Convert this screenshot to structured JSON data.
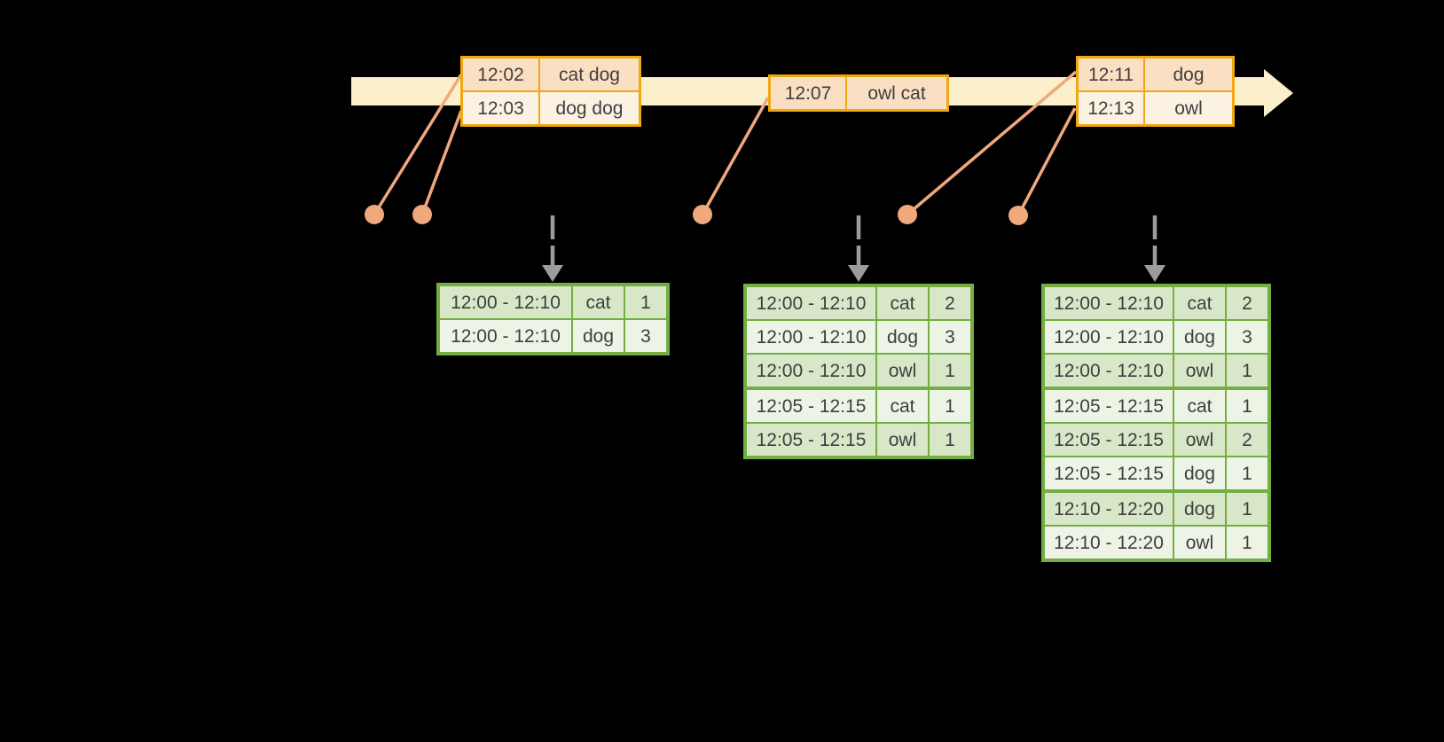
{
  "colors": {
    "background": "#000000",
    "timeline_band": "#FBF0CB",
    "event_border": "#F0A810",
    "event_row_dark": "#FADFC2",
    "event_row_light": "#FCF2E3",
    "connector": "#F0A87E",
    "trigger_arrow": "#9C9C9C",
    "result_border": "#73AE43",
    "result_row_dark": "#D8E7C8",
    "result_row_light": "#EDF4E6",
    "text": "#3E3E3E"
  },
  "event_tables": [
    {
      "kind": "event",
      "rows": [
        {
          "time": "12:02",
          "words": "cat dog"
        },
        {
          "time": "12:03",
          "words": "dog dog"
        }
      ]
    },
    {
      "kind": "event",
      "rows": [
        {
          "time": "12:07",
          "words": "owl cat"
        }
      ]
    },
    {
      "kind": "event",
      "rows": [
        {
          "time": "12:11",
          "words": "dog"
        },
        {
          "time": "12:13",
          "words": "owl"
        }
      ]
    }
  ],
  "result_tables": [
    {
      "kind": "result",
      "rows": [
        {
          "window": "12:00 - 12:10",
          "word": "cat",
          "count": "1"
        },
        {
          "window": "12:00 - 12:10",
          "word": "dog",
          "count": "3"
        }
      ]
    },
    {
      "kind": "result",
      "rows": [
        {
          "window": "12:00 - 12:10",
          "word": "cat",
          "count": "2"
        },
        {
          "window": "12:00 - 12:10",
          "word": "dog",
          "count": "3"
        },
        {
          "window": "12:00 - 12:10",
          "word": "owl",
          "count": "1"
        },
        {
          "window": "12:05 - 12:15",
          "word": "cat",
          "count": "1"
        },
        {
          "window": "12:05 - 12:15",
          "word": "owl",
          "count": "1"
        }
      ]
    },
    {
      "kind": "result",
      "rows": [
        {
          "window": "12:00 - 12:10",
          "word": "cat",
          "count": "2"
        },
        {
          "window": "12:00 - 12:10",
          "word": "dog",
          "count": "3"
        },
        {
          "window": "12:00 - 12:10",
          "word": "owl",
          "count": "1"
        },
        {
          "window": "12:05 - 12:15",
          "word": "cat",
          "count": "1"
        },
        {
          "window": "12:05 - 12:15",
          "word": "owl",
          "count": "2"
        },
        {
          "window": "12:05 - 12:15",
          "word": "dog",
          "count": "1"
        },
        {
          "window": "12:10 - 12:20",
          "word": "dog",
          "count": "1"
        },
        {
          "window": "12:10 - 12:20",
          "word": "owl",
          "count": "1"
        }
      ]
    }
  ]
}
